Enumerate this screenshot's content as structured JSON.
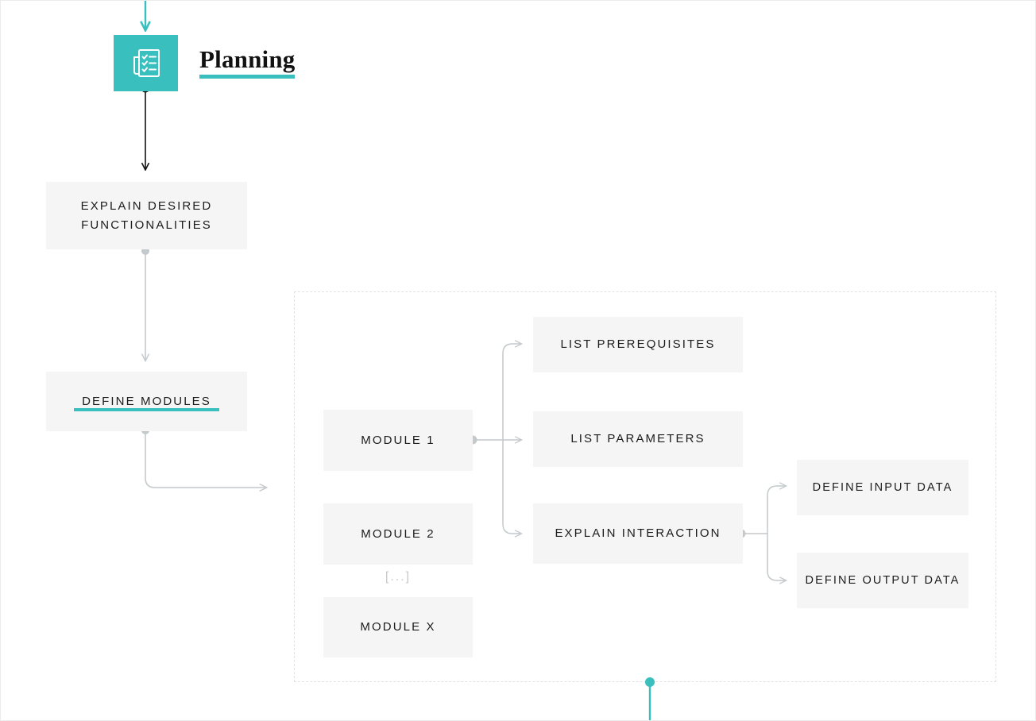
{
  "diagram": {
    "title": "Planning",
    "header_icon": "clipboard-checklist-icon",
    "accent_color": "#3abfbf",
    "box_color": "#f5f5f5",
    "connector_color": "#bcc1c4",
    "dark_connector_color": "#111111",
    "ellipsis": "[...]"
  },
  "nodes": {
    "explain_functionalities": "EXPLAIN DESIRED FUNCTIONALITIES",
    "define_modules": "DEFINE MODULES",
    "module_1": "MODULE 1",
    "module_2": "MODULE 2",
    "module_x": "MODULE X",
    "list_prerequisites": "LIST PREREQUISITES",
    "list_parameters": "LIST PARAMETERS",
    "explain_interaction": "EXPLAIN INTERACTION",
    "define_input_data": "DEFINE INPUT DATA",
    "define_output_data": "DEFINE OUTPUT DATA"
  }
}
